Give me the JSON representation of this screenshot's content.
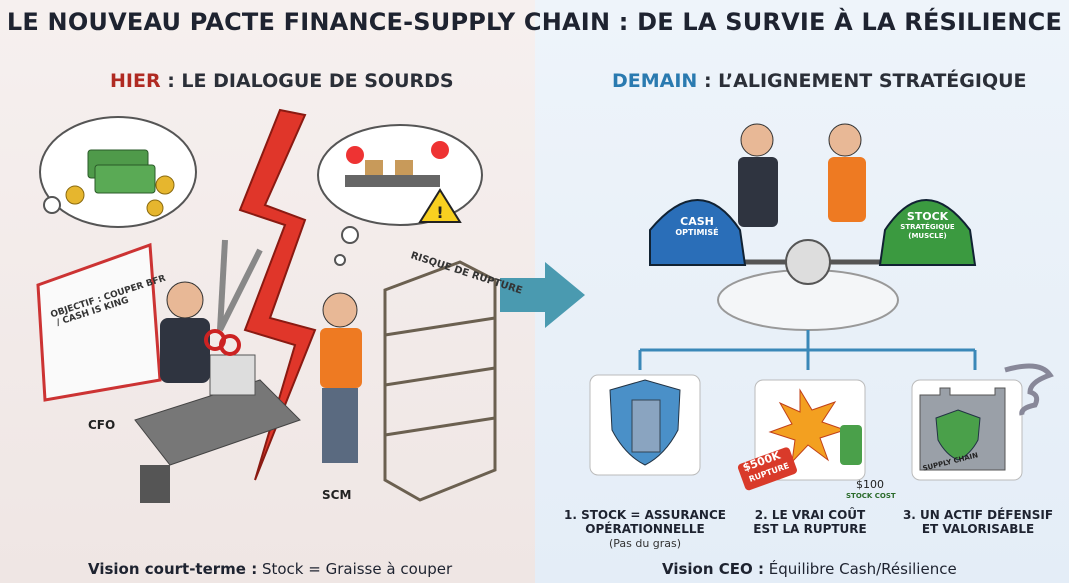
{
  "title": "LE NOUVEAU PACTE FINANCE-SUPPLY CHAIN : DE LA SURVIE À LA RÉSILIENCE",
  "left": {
    "heading_key": "HIER",
    "heading_rest": " : LE DIALOGUE DE SOURDS",
    "monitor_text_1": "OBJECTIF : COUPER BFR",
    "monitor_text_2": "/ CASH IS KING",
    "shelf_label": "RISQUE DE RUPTURE",
    "cfo_label": "CFO",
    "scm_label": "SCM",
    "footer_bold": "Vision court-terme :",
    "footer_rest": " Stock = Graisse à couper"
  },
  "right": {
    "heading_key": "DEMAIN",
    "heading_rest": " : L’ALIGNEMENT STRATÉGIQUE",
    "weight_left_1": "CASH",
    "weight_left_2": "OPTIMISÉ",
    "weight_right_1": "STOCK",
    "weight_right_2": "STRATÉGIQUE",
    "weight_right_3": "(MUSCLE)",
    "tag_text_1": "$500K",
    "tag_text_2": "RUPTURE",
    "coin_value": "$100",
    "coin_caption": "STOCK COST",
    "wall_label": "SUPPLY CHAIN",
    "tiles": [
      {
        "caption_1": "1. STOCK = ASSURANCE",
        "caption_2": "OPÉRATIONNELLE",
        "sub": "(Pas du gras)"
      },
      {
        "caption_1": "2. LE VRAI COÛT",
        "caption_2": "EST LA RUPTURE",
        "sub": ""
      },
      {
        "caption_1": "3. UN ACTIF DÉFENSIF",
        "caption_2": "ET VALORISABLE",
        "sub": ""
      }
    ],
    "footer_bold": "Vision CEO :",
    "footer_rest": " Équilibre Cash/Résilience"
  },
  "colors": {
    "red_accent": "#b02a22",
    "blue_accent": "#2a7ab0",
    "lightning": "#e0362a",
    "arrow": "#4a9ab0"
  },
  "icons": [
    "money-cloud-icon",
    "factory-alert-cloud-icon",
    "lightning-icon",
    "scissors-icon",
    "arrow-right-icon",
    "balance-scale-icon",
    "muscle-shield-icon",
    "explosion-icon",
    "fortress-icon",
    "tornado-icon"
  ]
}
